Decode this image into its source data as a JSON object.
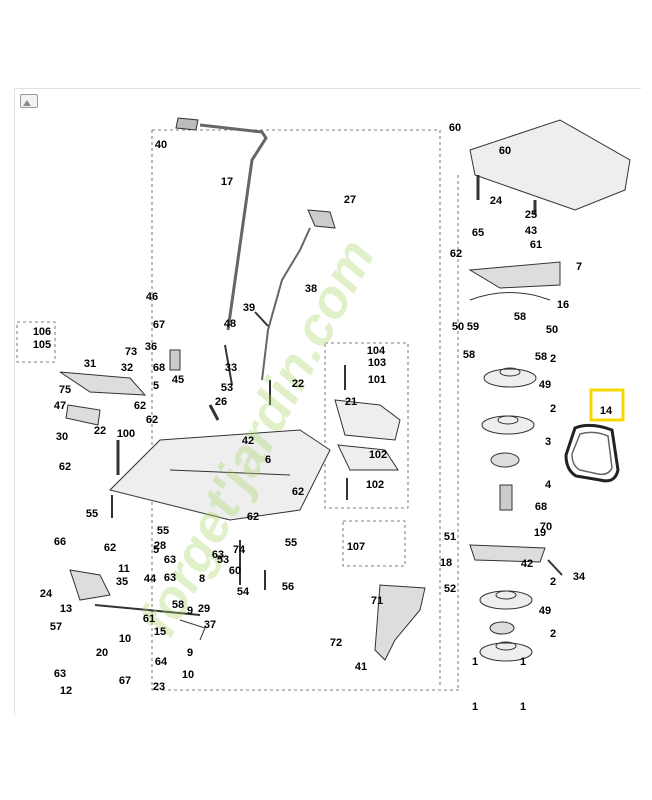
{
  "diagram": {
    "highlight_label": "14",
    "highlight_color": "#f5d800",
    "watermark": "forget'jardin.com",
    "watermark_colors": [
      "#a8d86a",
      "#d9b089"
    ],
    "labels": [
      "1",
      "1",
      "1",
      "1",
      "2",
      "2",
      "2",
      "2",
      "3",
      "4",
      "5",
      "5",
      "6",
      "7",
      "8",
      "9",
      "9",
      "10",
      "10",
      "11",
      "12",
      "13",
      "14",
      "15",
      "16",
      "17",
      "18",
      "19",
      "20",
      "21",
      "22",
      "22",
      "23",
      "24",
      "24",
      "25",
      "26",
      "27",
      "28",
      "29",
      "30",
      "31",
      "32",
      "33",
      "34",
      "35",
      "36",
      "37",
      "38",
      "39",
      "40",
      "41",
      "42",
      "42",
      "43",
      "44",
      "45",
      "46",
      "47",
      "48",
      "49",
      "49",
      "50",
      "50",
      "51",
      "52",
      "53",
      "53",
      "54",
      "55",
      "55",
      "55",
      "56",
      "57",
      "58",
      "58",
      "58",
      "58",
      "59",
      "60",
      "60",
      "60",
      "61",
      "61",
      "62",
      "62",
      "62",
      "62",
      "62",
      "62",
      "62",
      "63",
      "63",
      "63",
      "63",
      "64",
      "65",
      "66",
      "67",
      "67",
      "68",
      "68",
      "70",
      "71",
      "72",
      "73",
      "74",
      "75",
      "100",
      "101",
      "102",
      "102",
      "103",
      "104",
      "105",
      "106",
      "107"
    ]
  }
}
